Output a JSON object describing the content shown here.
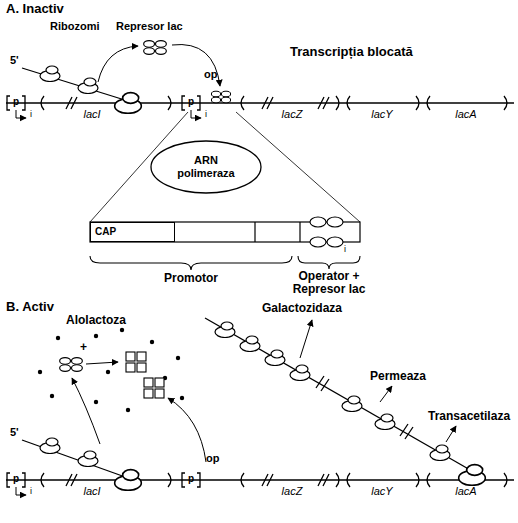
{
  "diagram": {
    "nodes": [
      {
        "text": [
          "ARN polimeraza"
        ]
      },
      {
        "text": [
          "CAP"
        ]
      }
    ],
    "labels": [
      "A. Inactiv",
      "Ribozomi",
      "Represor lac",
      "Transcripția blocată",
      "5'",
      "p",
      "i",
      "lacI",
      "p",
      "op",
      "i",
      "lacZ",
      "lacY",
      "lacA",
      "i",
      "Promotor",
      "Operator + Represor lac",
      "B. Activ",
      "Alolactoza",
      "+",
      "Galactozidaza",
      "Permeaza",
      "Transacetilaza",
      "5'",
      "p",
      "i",
      "lacI",
      "p",
      "op",
      "lacZ",
      "lacY",
      "lacA"
    ]
  }
}
